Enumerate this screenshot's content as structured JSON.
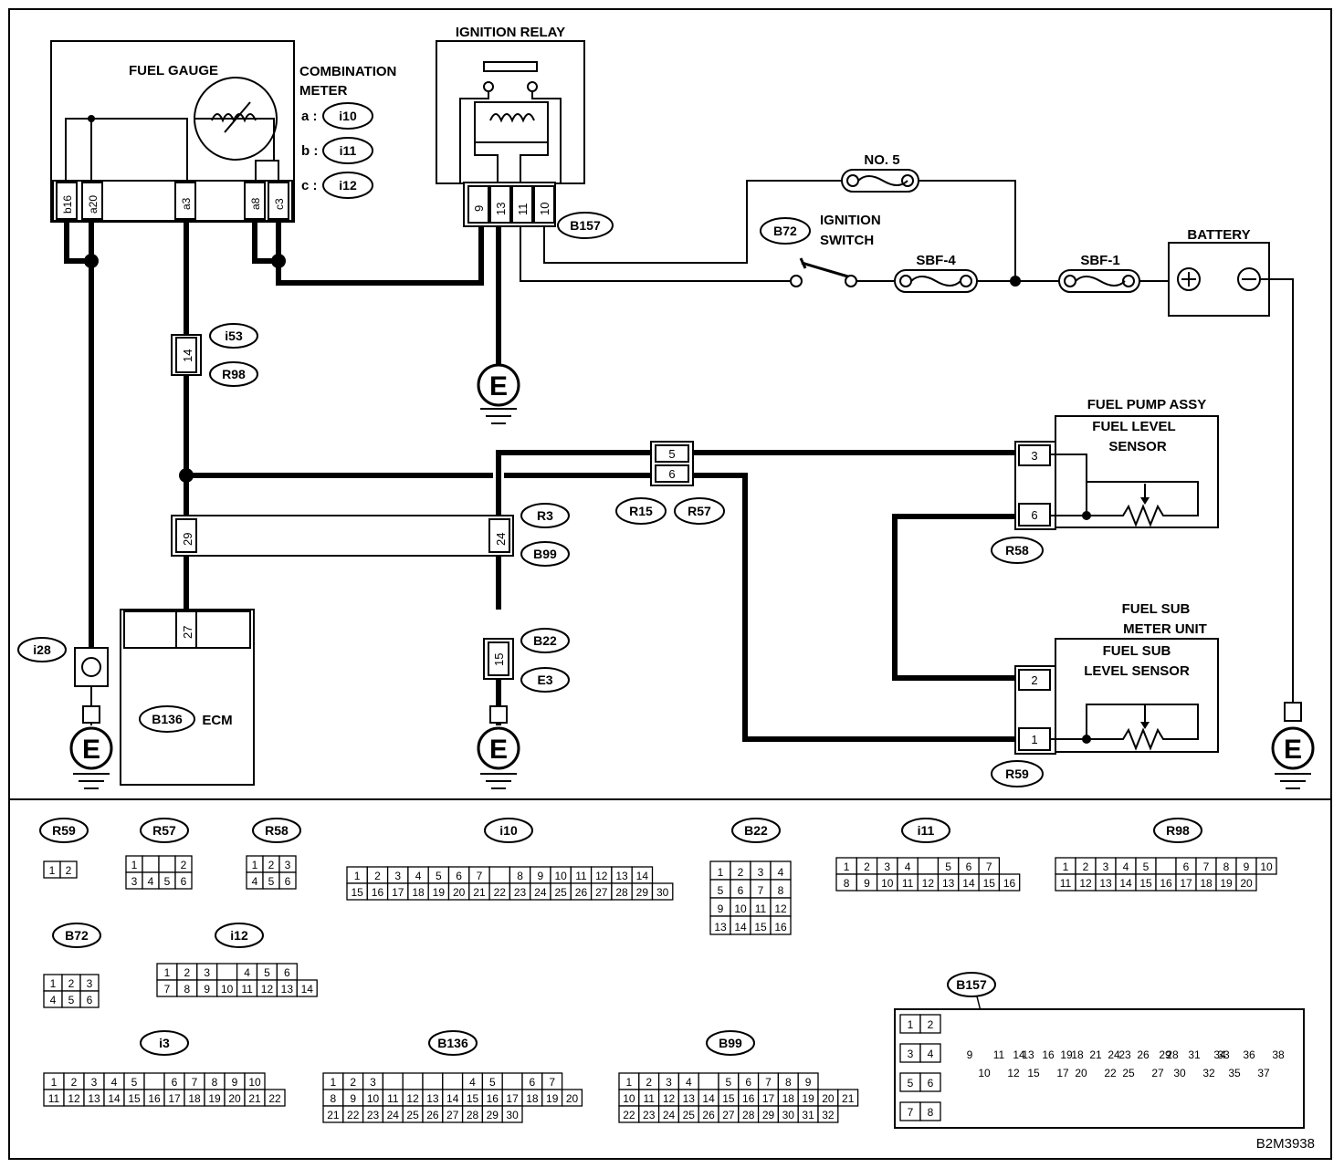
{
  "labels": {
    "fuel_gauge": "FUEL GAUGE",
    "combination_meter_1": "COMBINATION",
    "combination_meter_2": "METER",
    "meter_a": "a :",
    "meter_b": "b :",
    "meter_c": "c :",
    "ignition_relay": "IGNITION RELAY",
    "no5": "NO. 5",
    "ignition_switch_1": "IGNITION",
    "ignition_switch_2": "SWITCH",
    "sbf4": "SBF-4",
    "sbf1": "SBF-1",
    "battery": "BATTERY",
    "fuel_pump_assy": "FUEL PUMP ASSY",
    "fuel_level_sensor_1": "FUEL LEVEL",
    "fuel_level_sensor_2": "SENSOR",
    "fuel_sub_meter_1": "FUEL SUB",
    "fuel_sub_meter_2": "METER UNIT",
    "fuel_sub_level_1": "FUEL SUB",
    "fuel_sub_level_2": "LEVEL SENSOR",
    "ecm": "ECM",
    "ground": "E",
    "figure_code": "B2M3938"
  },
  "connector_tags": {
    "i10": "i10",
    "i11": "i11",
    "i12": "i12",
    "B157": "B157",
    "B72": "B72",
    "i53": "i53",
    "R98": "R98",
    "R3": "R3",
    "B99": "B99",
    "R15": "R15",
    "R57": "R57",
    "R58": "R58",
    "R59": "R59",
    "B22": "B22",
    "E3": "E3",
    "i28": "i28",
    "B136": "B136"
  },
  "pins": {
    "gauge": [
      "b16",
      "a20",
      "a3",
      "a8",
      "c3"
    ],
    "relay": [
      "9",
      "13",
      "11",
      "10"
    ],
    "i53": "14",
    "r3_29": "29",
    "r3_24": "24",
    "ecm": "27",
    "r15_5": "5",
    "r15_6": "6",
    "b22": "15",
    "r58_3": "3",
    "r58_6": "6",
    "r59_2": "2",
    "r59_1": "1"
  },
  "connector_faces": {
    "R59": {
      "rows": [
        [
          "1",
          "2"
        ]
      ]
    },
    "R57": {
      "rows": [
        [
          "1",
          "",
          "",
          "2"
        ],
        [
          "3",
          "4",
          "5",
          "6"
        ]
      ]
    },
    "R58": {
      "rows": [
        [
          "1",
          "2",
          "3"
        ],
        [
          "4",
          "5",
          "6"
        ]
      ]
    },
    "i10": {
      "rows": [
        [
          "1",
          "2",
          "3",
          "4",
          "5",
          "6",
          "7",
          "",
          "8",
          "9",
          "10",
          "11",
          "12",
          "13",
          "14"
        ],
        [
          "15",
          "16",
          "17",
          "18",
          "19",
          "20",
          "21",
          "22",
          "23",
          "24",
          "25",
          "26",
          "27",
          "28",
          "29",
          "30"
        ]
      ]
    },
    "B22": {
      "rows": [
        [
          "1",
          "2",
          "3",
          "4"
        ],
        [
          "5",
          "6",
          "7",
          "8"
        ],
        [
          "9",
          "10",
          "11",
          "12"
        ],
        [
          "13",
          "14",
          "15",
          "16"
        ]
      ]
    },
    "i11": {
      "rows": [
        [
          "1",
          "2",
          "3",
          "4",
          "",
          "5",
          "6",
          "7"
        ],
        [
          "8",
          "9",
          "10",
          "11",
          "12",
          "13",
          "14",
          "15",
          "16"
        ]
      ]
    },
    "R98": {
      "rows": [
        [
          "1",
          "2",
          "3",
          "4",
          "5",
          "",
          "6",
          "7",
          "8",
          "9",
          "10"
        ],
        [
          "11",
          "12",
          "13",
          "14",
          "15",
          "16",
          "17",
          "18",
          "19",
          "20"
        ]
      ]
    },
    "B72": {
      "rows": [
        [
          "1",
          "2",
          "3"
        ],
        [
          "4",
          "5",
          "6"
        ]
      ]
    },
    "i12": {
      "rows": [
        [
          "1",
          "2",
          "3",
          "",
          "4",
          "5",
          "6"
        ],
        [
          "7",
          "8",
          "9",
          "10",
          "11",
          "12",
          "13",
          "14"
        ]
      ]
    },
    "i3": {
      "rows": [
        [
          "1",
          "2",
          "3",
          "4",
          "5",
          "",
          "6",
          "7",
          "8",
          "9",
          "10"
        ],
        [
          "11",
          "12",
          "13",
          "14",
          "15",
          "16",
          "17",
          "18",
          "19",
          "20",
          "21",
          "22"
        ]
      ]
    },
    "B136": {
      "rows": [
        [
          "1",
          "2",
          "3",
          "",
          "",
          "",
          "",
          "4",
          "5",
          "",
          "6",
          "7"
        ],
        [
          "8",
          "9",
          "10",
          "11",
          "12",
          "13",
          "14",
          "15",
          "16",
          "17",
          "18",
          "19",
          "20"
        ],
        [
          "21",
          "22",
          "23",
          "24",
          "25",
          "26",
          "27",
          "28",
          "29",
          "30"
        ]
      ]
    },
    "B99": {
      "rows": [
        [
          "1",
          "2",
          "3",
          "4",
          "",
          "5",
          "6",
          "7",
          "8",
          "9"
        ],
        [
          "10",
          "11",
          "12",
          "13",
          "14",
          "15",
          "16",
          "17",
          "18",
          "19",
          "20",
          "21"
        ],
        [
          "22",
          "23",
          "24",
          "25",
          "26",
          "27",
          "28",
          "29",
          "30",
          "31",
          "32"
        ]
      ]
    },
    "B157": {
      "groups": [
        [
          "1",
          "2"
        ],
        [
          "3",
          "4"
        ],
        [
          "5",
          "6"
        ],
        [
          "7",
          "8"
        ],
        [
          "9",
          "10",
          "11",
          "12",
          "13"
        ],
        [
          "14",
          "15",
          "16",
          "17",
          "18"
        ],
        [
          "19",
          "20",
          "21",
          "22",
          "23"
        ],
        [
          "24",
          "25",
          "26",
          "27",
          "28"
        ],
        [
          "29",
          "30",
          "31",
          "32",
          "33"
        ],
        [
          "34",
          "35",
          "36",
          "37",
          "38"
        ]
      ]
    }
  }
}
